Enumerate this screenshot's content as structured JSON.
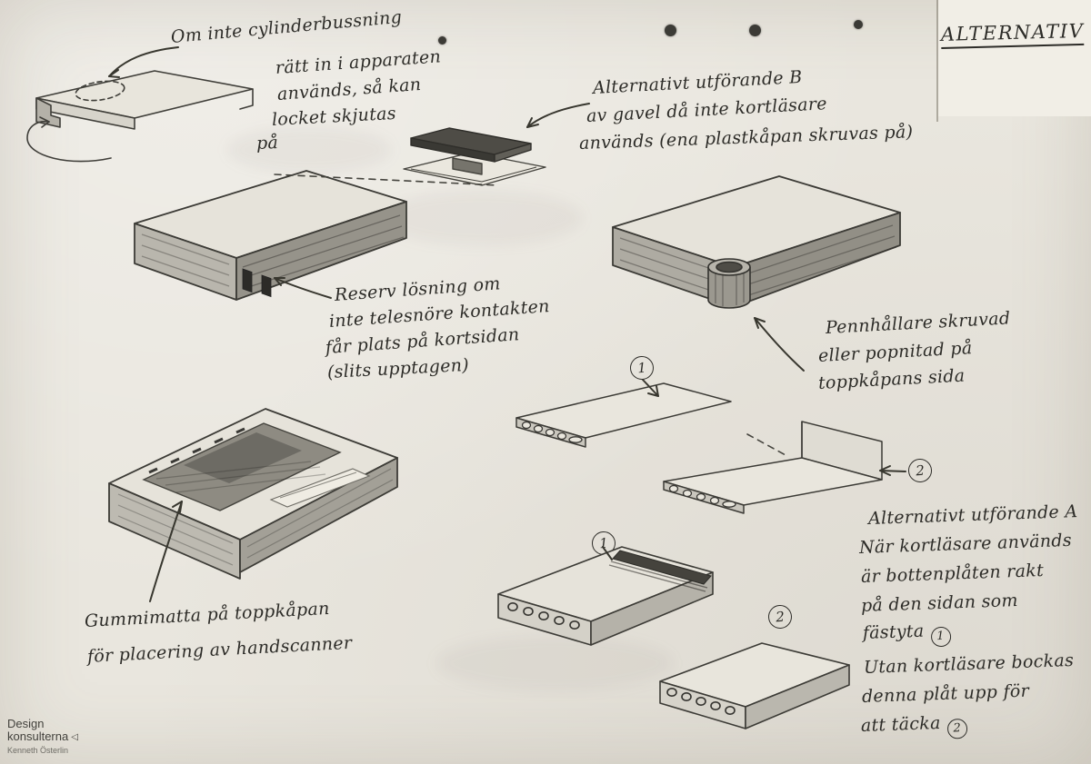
{
  "title": "ALTERNATIV",
  "annotations": {
    "cylinder_note": {
      "lines": [
        "Om inte cylinderbussning",
        "rätt in i apparaten",
        "används, så kan",
        "locket skjutas",
        "på"
      ]
    },
    "alt_b": {
      "lines": [
        "Alternativt utförande B",
        "av gavel då inte kortläsare",
        "används (ena plastkåpan skruvas på)"
      ]
    },
    "reserv": {
      "lines": [
        "Reserv lösning om",
        "inte telesnöre kontakten",
        "får plats på kortsidan",
        "(slits upptagen)"
      ]
    },
    "pennhallare": {
      "lines": [
        "Pennhållare skruvad",
        "eller popnitad på",
        "toppkåpans sida"
      ]
    },
    "gummimatta": {
      "lines": [
        "Gummimatta på toppkåpan",
        "för placering av handscanner"
      ]
    },
    "alt_a": {
      "lines": [
        "Alternativt utförande A",
        "När kortläsare används",
        "är bottenplåten rakt",
        "på den sidan som",
        "fästyta",
        "Utan kortläsare bockas",
        "denna plåt upp för",
        "att täcka"
      ]
    }
  },
  "labels": {
    "one": "1",
    "two": "2"
  },
  "footer": {
    "brand_line1": "Design",
    "brand_line2": "konsulterna",
    "credit": "Kenneth Österlin"
  },
  "colors": {
    "paper": "#e9e6de",
    "ink": "#2d2c28",
    "pencil": "#5b5953"
  }
}
